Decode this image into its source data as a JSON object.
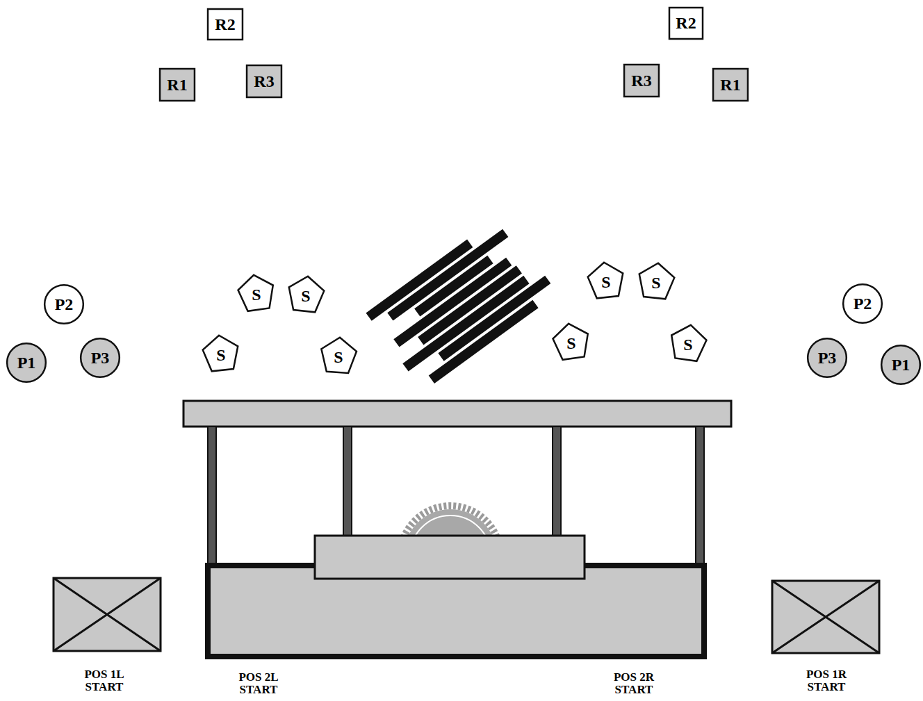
{
  "diagram": {
    "nodes": [
      {
        "text": [
          "R2"
        ]
      },
      {
        "text": [
          "R1"
        ]
      },
      {
        "text": [
          "R3"
        ]
      },
      {
        "text": [
          "R2"
        ]
      },
      {
        "text": [
          "R3"
        ]
      },
      {
        "text": [
          "R1"
        ]
      },
      {
        "text": [
          "P2"
        ]
      },
      {
        "text": [
          "P1"
        ]
      },
      {
        "text": [
          "P3"
        ]
      },
      {
        "text": [
          "P2"
        ]
      },
      {
        "text": [
          "P3"
        ]
      },
      {
        "text": [
          "P1"
        ]
      },
      {
        "text": [
          "S"
        ]
      },
      {
        "text": [
          "S"
        ]
      },
      {
        "text": [
          "S"
        ]
      },
      {
        "text": [
          "S"
        ]
      },
      {
        "text": [
          "S"
        ]
      },
      {
        "text": [
          "S"
        ]
      },
      {
        "text": [
          "S"
        ]
      },
      {
        "text": [
          "S"
        ]
      }
    ],
    "labels": [
      "POS 1L START",
      "POS 2L START",
      "POS 2R START",
      "POS 1R START"
    ]
  }
}
